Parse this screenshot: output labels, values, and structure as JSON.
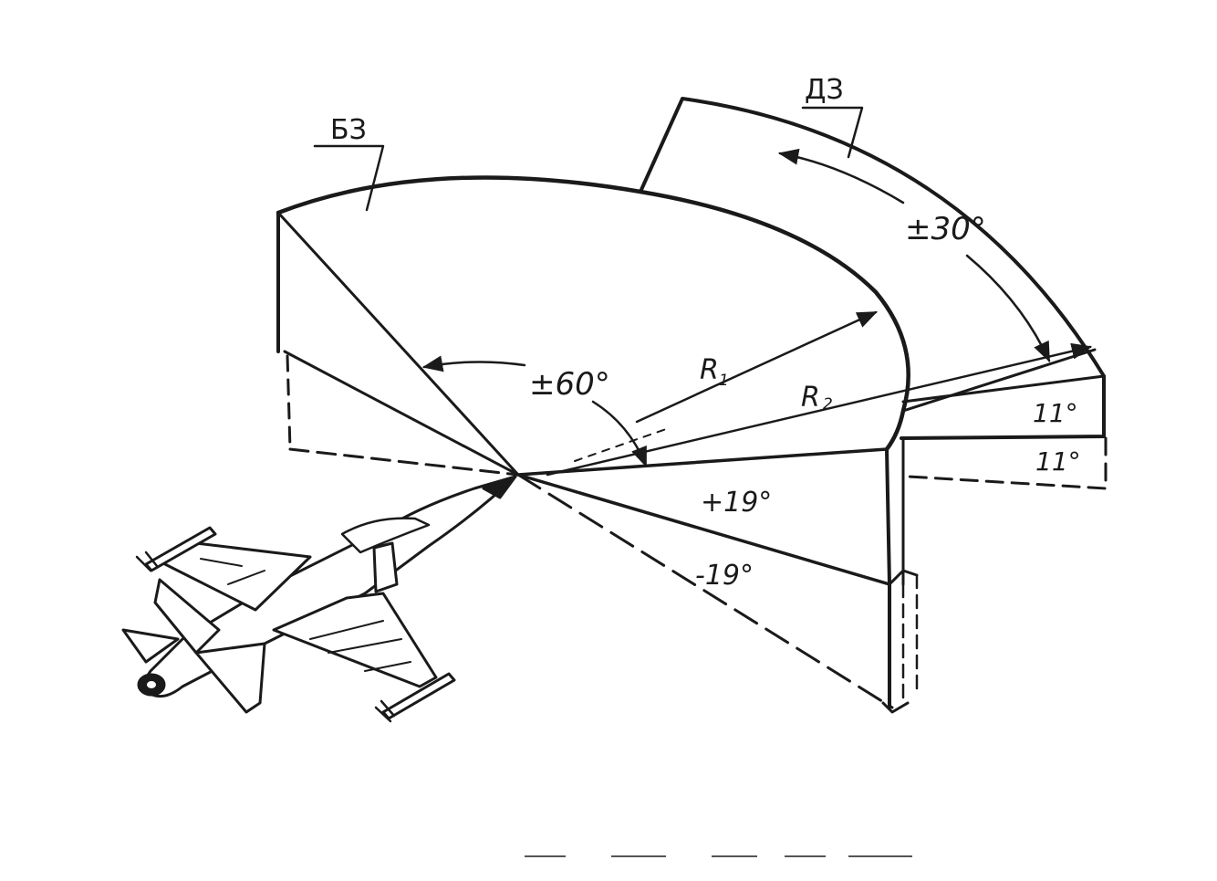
{
  "zones": {
    "near_zone_label": "БЗ",
    "far_zone_label": "ДЗ"
  },
  "angles": {
    "horizontal_near": "±60°",
    "horizontal_far": "±30°",
    "vertical_up": "+19°",
    "vertical_down": "-19°",
    "far_upper": "11°",
    "far_lower": "11°"
  },
  "radii": {
    "r1_main": "R",
    "r1_sub": "1",
    "r2_main": "R",
    "r2_sub": "2"
  },
  "colors": {
    "ink": "#1a1a1a",
    "paper": "#ffffff"
  }
}
